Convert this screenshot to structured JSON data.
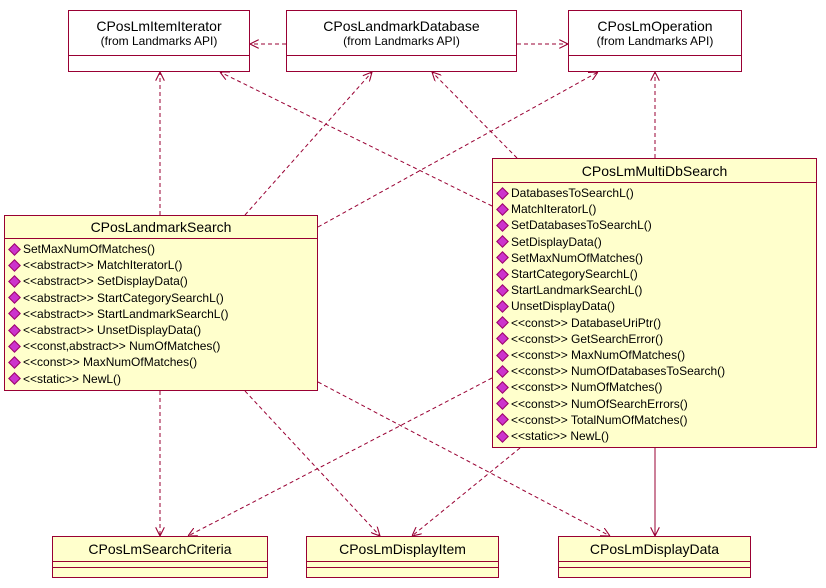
{
  "colors": {
    "line": "#990033",
    "class_fill": "#ffffcc",
    "api_fill": "#ffffff",
    "operation_marker": "#cc33cc"
  },
  "classes": {
    "iterator": {
      "name": "CPosLmItemIterator",
      "subtitle": "(from Landmarks API)"
    },
    "database": {
      "name": "CPosLandmarkDatabase",
      "subtitle": "(from Landmarks API)"
    },
    "operation": {
      "name": "CPosLmOperation",
      "subtitle": "(from Landmarks API)"
    },
    "search": {
      "name": "CPosLandmarkSearch",
      "operations": [
        "SetMaxNumOfMatches()",
        "<<abstract>> MatchIteratorL()",
        "<<abstract>> SetDisplayData()",
        "<<abstract>> StartCategorySearchL()",
        "<<abstract>> StartLandmarkSearchL()",
        "<<abstract>> UnsetDisplayData()",
        "<<const,abstract>> NumOfMatches()",
        "<<const>> MaxNumOfMatches()",
        "<<static>> NewL()"
      ]
    },
    "multi": {
      "name": "CPosLmMultiDbSearch",
      "operations": [
        "DatabasesToSearchL()",
        "MatchIteratorL()",
        "SetDatabasesToSearchL()",
        "SetDisplayData()",
        "SetMaxNumOfMatches()",
        "StartCategorySearchL()",
        "StartLandmarkSearchL()",
        "UnsetDisplayData()",
        "<<const>> DatabaseUriPtr()",
        "<<const>> GetSearchError()",
        "<<const>> MaxNumOfMatches()",
        "<<const>> NumOfDatabasesToSearch()",
        "<<const>> NumOfMatches()",
        "<<const>> NumOfSearchErrors()",
        "<<const>> TotalNumOfMatches()",
        "<<static>> NewL()"
      ]
    },
    "criteria": {
      "name": "CPosLmSearchCriteria"
    },
    "displayitem": {
      "name": "CPosLmDisplayItem"
    },
    "displaydata": {
      "name": "CPosLmDisplayData"
    }
  }
}
